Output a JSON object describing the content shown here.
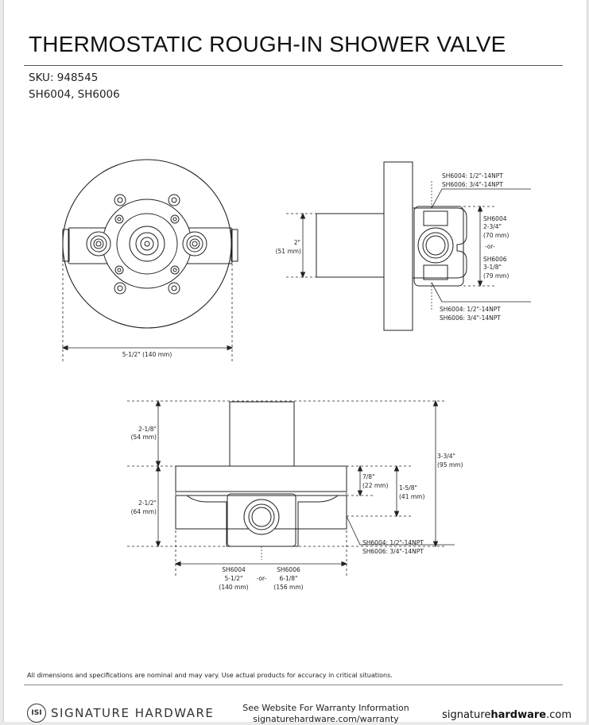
{
  "document": {
    "title": "THERMOSTATIC ROUGH-IN SHOWER VALVE",
    "sku": "SKU: 948545",
    "models": "SH6004, SH6006"
  },
  "front_view": {
    "width_dim": "5-1/2\" (140 mm)"
  },
  "side_view": {
    "inlet_top_1": "SH6004: 1/2\"-14NPT",
    "inlet_top_2": "SH6006: 3/4\"-14NPT",
    "cartridge_dim_1": "2\"",
    "cartridge_dim_2": "(51 mm)",
    "depth_a_model": "SH6004",
    "depth_a_imp": "2-3/4\"",
    "depth_a_mm": "(70 mm)",
    "depth_or": "-or-",
    "depth_b_model": "SH6006",
    "depth_b_imp": "3-1/8\"",
    "depth_b_mm": "(79 mm)",
    "inlet_bottom_1": "SH6004: 1/2\"-14NPT",
    "inlet_bottom_2": "SH6006: 3/4\"-14NPT"
  },
  "top_view": {
    "upper_dim_1": "2-1/8\"",
    "upper_dim_2": "(54 mm)",
    "lower_dim_1": "2-1/2\"",
    "lower_dim_2": "(64 mm)",
    "total_dim_1": "3-3/4\"",
    "total_dim_2": "(95 mm)",
    "plate_dim_1": "7/8\"",
    "plate_dim_2": "(22 mm)",
    "body_dim_1": "1-5/8\"",
    "body_dim_2": "(41 mm)",
    "port_1": "SH6004: 1/2\"-14NPT",
    "port_2": "SH6006: 3/4\"-14NPT",
    "width_a_model": "SH6004",
    "width_a_imp": "5-1/2\"",
    "width_a_mm": "(140 mm)",
    "width_or": "-or-",
    "width_b_model": "SH6006",
    "width_b_imp": "6-1/8\"",
    "width_b_mm": "(156 mm)"
  },
  "footer": {
    "disclaimer": "All dimensions and specifications are nominal and may vary. Use actual products for accuracy in critical situations.",
    "logo_text": "ISI",
    "brand": "SIGNATURE HARDWARE",
    "warranty_line1": "See Website For Warranty Information",
    "warranty_line2": "signaturehardware.com/warranty",
    "site_prefix": "signature",
    "site_bold": "hardware",
    "site_suffix": ".com"
  }
}
